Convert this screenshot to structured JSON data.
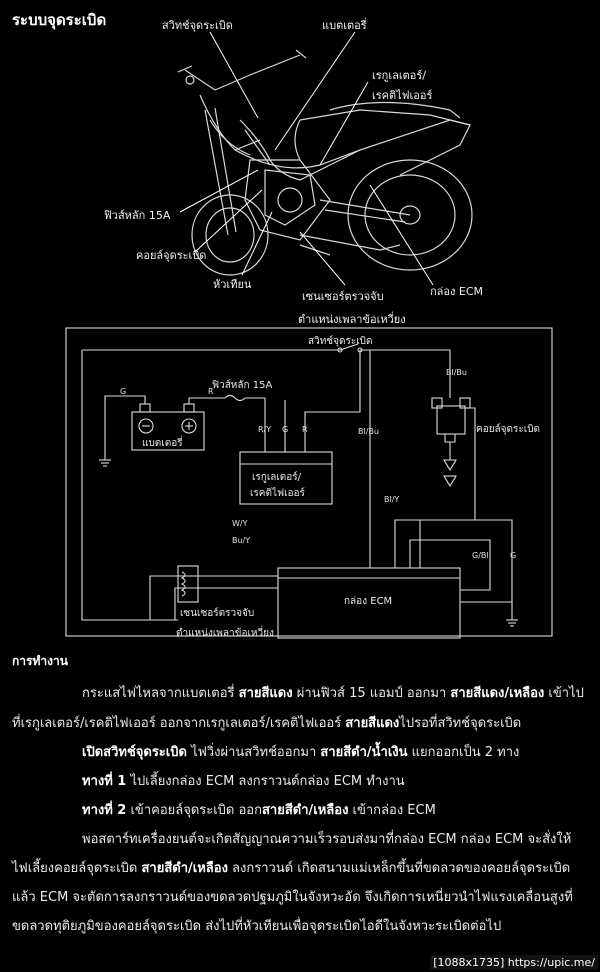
{
  "title": "ระบบจุดระเบิด",
  "bike_labels": {
    "ignition_switch": "สวิทช์จุดระเบิด",
    "battery": "แบตเตอรี่",
    "regulator_1": "เรกูเลเตอร์/",
    "regulator_2": "เรคติไฟเออร์",
    "main_fuse": "ฟิวส์หลัก 15A",
    "ignition_coil": "คอยล์จุดระเบิด",
    "spark_plug": "หัวเทียน",
    "sensor": "เซนเซอร์ตรวจจับ",
    "ecm_box": "กล่อง ECM",
    "crank_position": "ตำแหน่งเพลาข้อเหวี่ยง"
  },
  "circuit": {
    "ignition_switch": "สวิทช์จุดระเบิด",
    "main_fuse": "ฟิวส์หลัก 15A",
    "battery": "แบตเตอรี่",
    "regulator_1": "เรกูเลเตอร์/",
    "regulator_2": "เรคติไฟเออร์",
    "ignition_coil": "คอยล์จุดระเบิด",
    "ecm_box": "กล่อง ECM",
    "sensor": "เซนเซอร์ตรวจจับ",
    "crank_position": "ตำแหน่งเพลาข้อเหวี่ยง",
    "wires": {
      "g_batt": "G",
      "r_fuse": "R",
      "ry": "R/Y",
      "g_reg": "G",
      "r_reg": "R",
      "blbu_coil": "Bl/Bu",
      "blbu_mid": "Bl/Bu",
      "bly": "Bl/Y",
      "wy": "W/Y",
      "buy": "Bu/Y",
      "gbl": "G/Bl",
      "g_ecm": "G"
    }
  },
  "section_title": "การทำงาน",
  "paragraphs": {
    "l1a": "กระแสไฟไหลจากแบตเตอรี่ ",
    "l1b": "สายสีแดง",
    "l1c": " ผ่านฟิวส์ 15 แอมป์ ออกมา ",
    "l1d": "สายสีแดง/เหลือง",
    "l1e": " เข้าไป",
    "l2a": "ที่เรกูเลเตอร์/เรคติไฟเออร์ ออกจากเรกูเลเตอร์/เรคติไฟเออร์ ",
    "l2b": "สายสีแดง",
    "l2c": "ไปรอที่สวิทช์จุดระเบิด",
    "l3a": "เปิดสวิทช์จุดระเบิด",
    "l3b": " ไฟวิ่งผ่านสวิทช์ออกมา ",
    "l3c": "สายสีดำ/น้ำเงิน",
    "l3d": " แยกออกเป็น 2 ทาง",
    "l4a": "ทางที่ 1",
    "l4b": " ไปเลี้ยงกล่อง ECM  ลงกราวนด์กล่อง ECM ทำงาน",
    "l5a": "ทางที่ 2",
    "l5b": " เข้าคอยล์จุดระเบิด ออก",
    "l5c": "สายสีดำ/เหลือง",
    "l5d": " เข้ากล่อง ECM",
    "l6": "พอสตาร์ทเครื่องยนต์จะเกิดสัญญาณความเร็วรอบส่งมาที่กล่อง ECM  กล่อง ECM จะสั่งให้",
    "l7a": "ไฟเลี้ยงคอยล์จุดระเบิด ",
    "l7b": "สายสีดำ/เหลือง",
    "l7c": " ลงกราวนด์ เกิดสนามแม่เหล็กขึ้นที่ขดลวดของคอยล์จุดระเบิด",
    "l8": "แล้ว ECM จะตัดการลงกราวนด์ของขดลวดปฐมภูมิในจังหวะอัด จึงเกิดการเหนี่ยวนำไฟแรงเคลื่อนสูงที่",
    "l9": "ขดลวดทุติยภูมิของคอยล์จุดระเบิด ส่งไปที่หัวเทียนเพื่อจุดระเบิดไอดีในจังหวะระเบิดต่อไป"
  },
  "watermark": "[1088x1735] https://upic.me/"
}
